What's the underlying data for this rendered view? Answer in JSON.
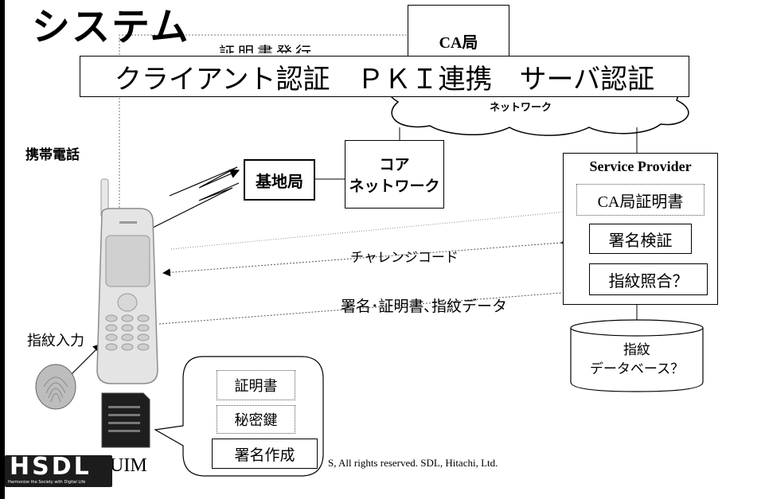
{
  "slide": {
    "title": "システム",
    "banner_text": "クライアント認証　ＰＫＩ連携　サーバ認証",
    "cert_issue_label": "証明書発行",
    "ca_label": "CA局",
    "network_label": "ネットワーク",
    "mobile_label": "携帯電話",
    "base_station_label": "基地局",
    "core_network_label_1": "コア",
    "core_network_label_2": "ネットワーク",
    "service_provider": {
      "title": "Service Provider",
      "items": [
        "CA局証明書",
        "署名検証",
        "指紋照合？"
      ]
    },
    "challenge_code_label": "チャレンジコード",
    "signature_data_label": "署名･証明書､指紋データ",
    "fingerprint_input_label": "指紋入力",
    "database_label_1": "指紋",
    "database_label_2": "データベース？",
    "uim": {
      "label": "UIM",
      "items": [
        "証明書",
        "秘密鍵",
        "署名作成"
      ]
    },
    "copyright": "S, All rights reserved. SDL, Hitachi, Ltd.",
    "logo": {
      "text": "HSDL",
      "tagline": "Harmonize the Society with Digital Life"
    }
  }
}
